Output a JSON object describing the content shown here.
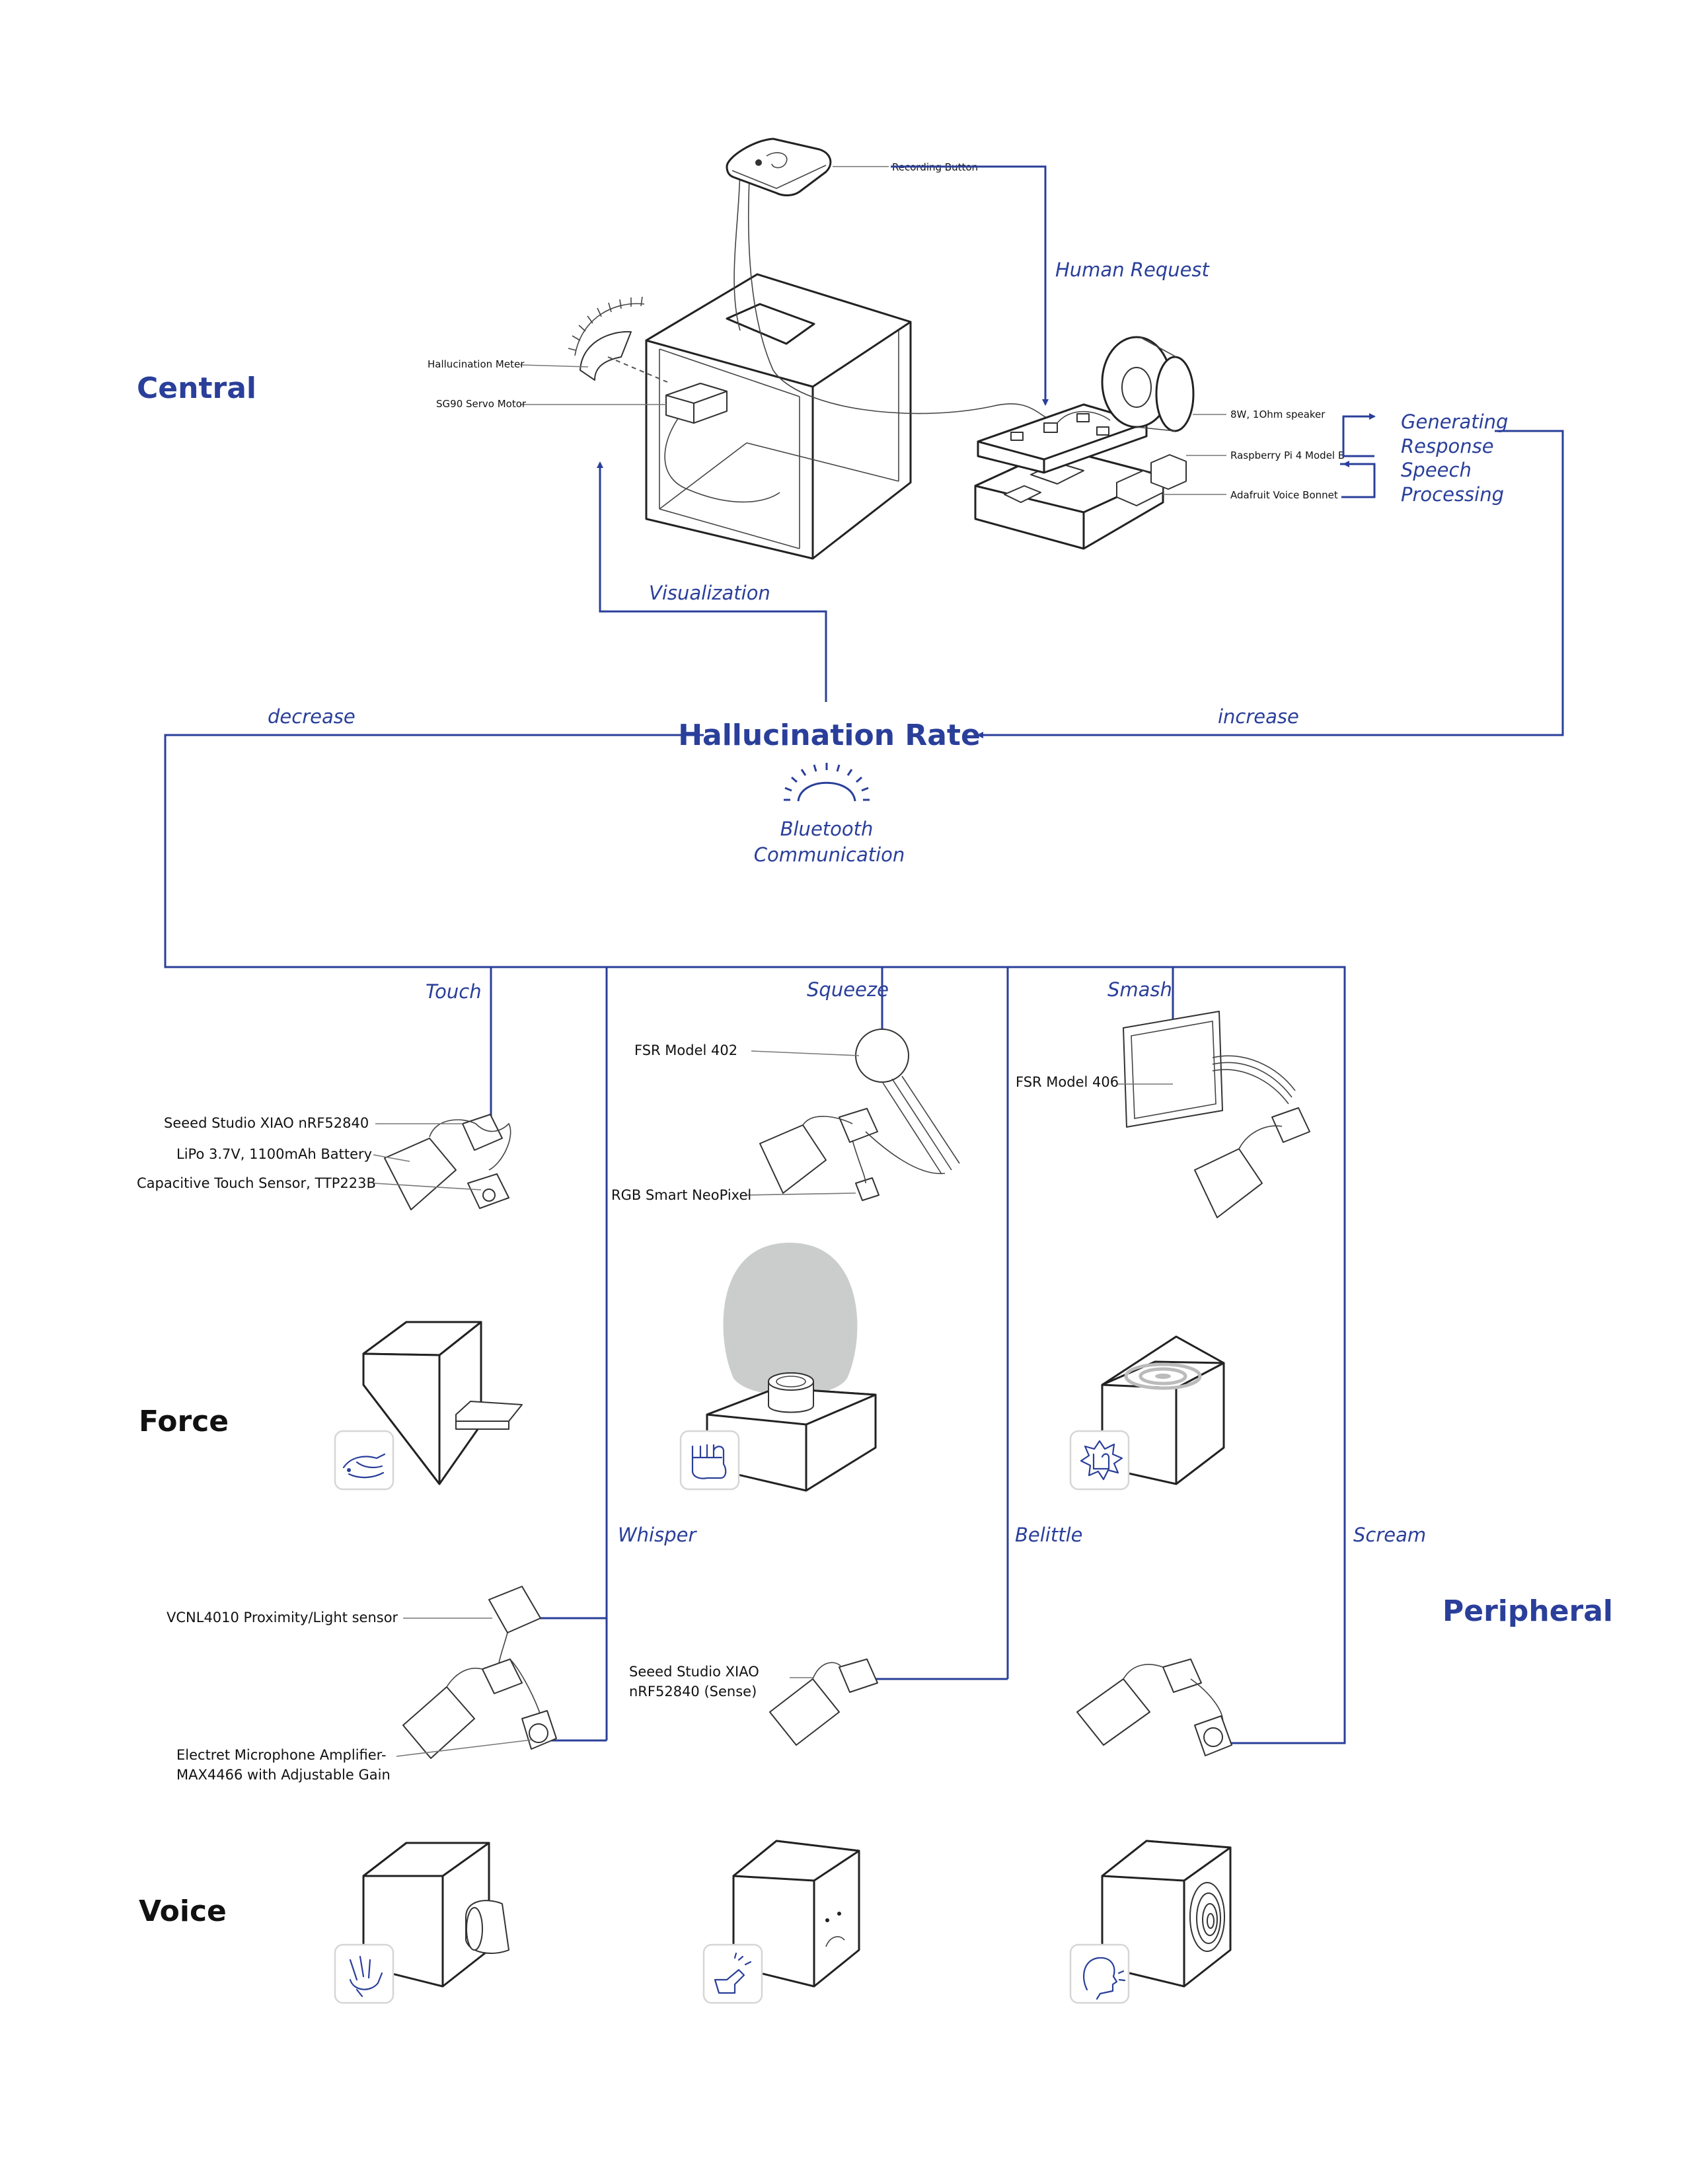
{
  "sections": {
    "central": "Central",
    "force": "Force",
    "voice": "Voice",
    "peripheral": "Peripheral"
  },
  "center": {
    "title": "Hallucination Rate",
    "bluetooth_line1": "Bluetooth",
    "bluetooth_line2": "Communication"
  },
  "flow_labels": {
    "human_request": "Human Request",
    "generating_response": "Generating",
    "generating_response_2": "Response",
    "speech_processing": "Speech",
    "speech_processing_2": "Processing",
    "visualization": "Visualization",
    "decrease": "decrease",
    "increase": "increase",
    "touch": "Touch",
    "squeeze": "Squeeze",
    "smash": "Smash",
    "whisper": "Whisper",
    "belittle": "Belittle",
    "scream": "Scream"
  },
  "central_parts": {
    "recording_button": "Recording Button",
    "hallucination_meter": "Hallucination Meter",
    "servo_motor": "SG90 Servo Motor",
    "speaker": "8W, 1Ohm speaker",
    "raspberry_pi": "Raspberry Pi 4 Model B",
    "voice_bonnet": "Adafruit Voice Bonnet"
  },
  "peripheral_parts": {
    "xiao": "Seeed Studio XIAO nRF52840",
    "battery": "LiPo 3.7V, 1100mAh Battery",
    "touch_sensor": "Capacitive Touch Sensor, TTP223B",
    "fsr402": "FSR Model 402",
    "neopixel": "RGB Smart NeoPixel",
    "fsr406": "FSR Model 406",
    "proximity": "VCNL4010 Proximity/Light sensor",
    "mic_line1": "Electret Microphone Amplifier-",
    "mic_line2": "MAX4466 with Adjustable Gain",
    "xiao_sense_line1": "Seeed Studio XIAO",
    "xiao_sense_line2": "nRF52840 (Sense)"
  },
  "colors": {
    "accent": "#2a3f9a",
    "text": "#111111",
    "glow": "#cbcdcd"
  },
  "icons": [
    "touch-hand-icon",
    "fist-icon",
    "smash-burst-icon",
    "whisper-hand-icon",
    "belittle-hand-icon",
    "scream-head-icon",
    "bluetooth-arc-icon"
  ]
}
